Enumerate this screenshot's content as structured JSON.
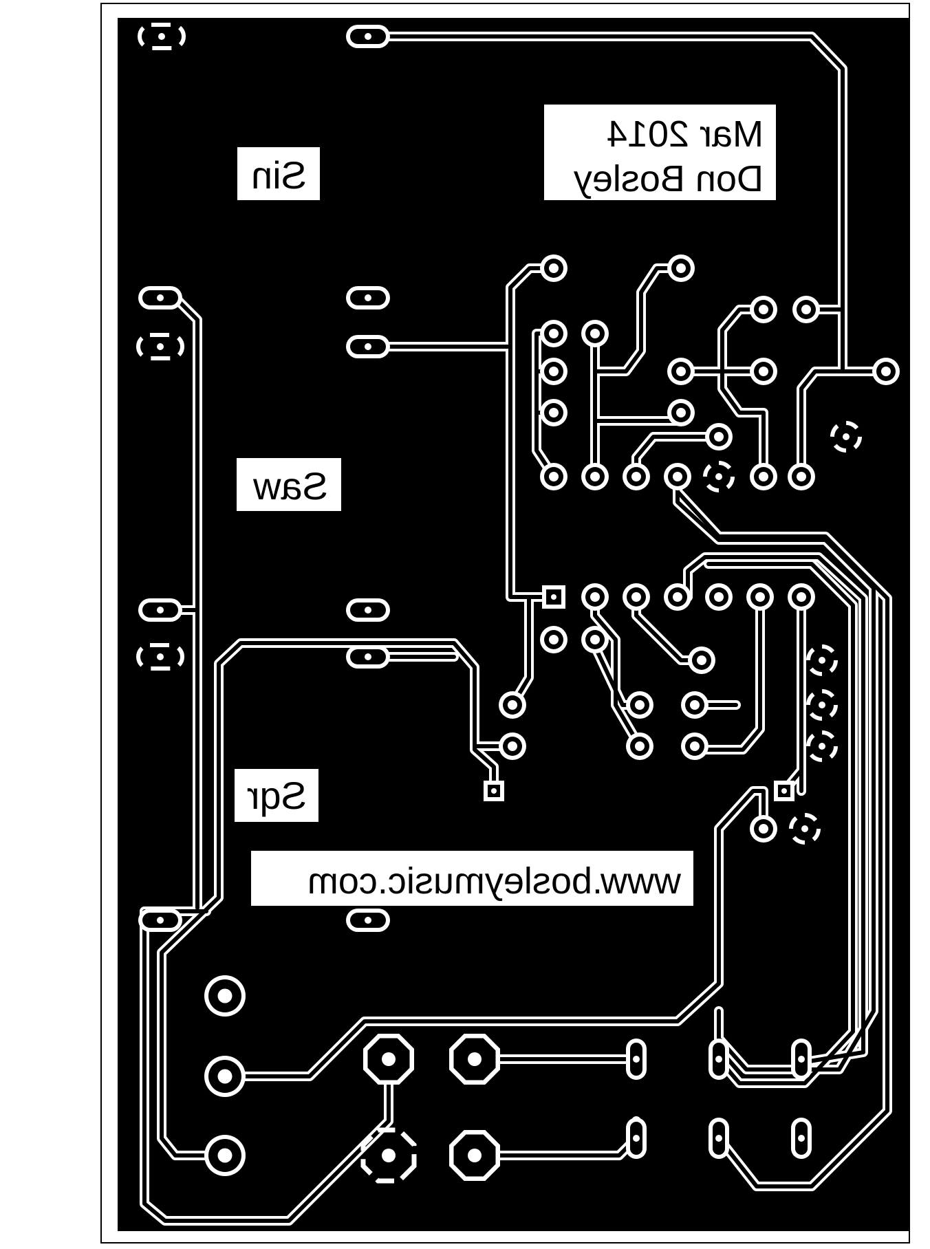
{
  "board": {
    "silkscreen": {
      "date": "Mar 2014",
      "author": "Don Bosley",
      "waveform_sin": "Sin",
      "waveform_saw": "Saw",
      "waveform_sqr": "Sqr",
      "website": "www.bosleymusic.com"
    },
    "colors": {
      "copper": "#000000",
      "trace": "#ffffff",
      "paper": "#ffffff"
    }
  }
}
